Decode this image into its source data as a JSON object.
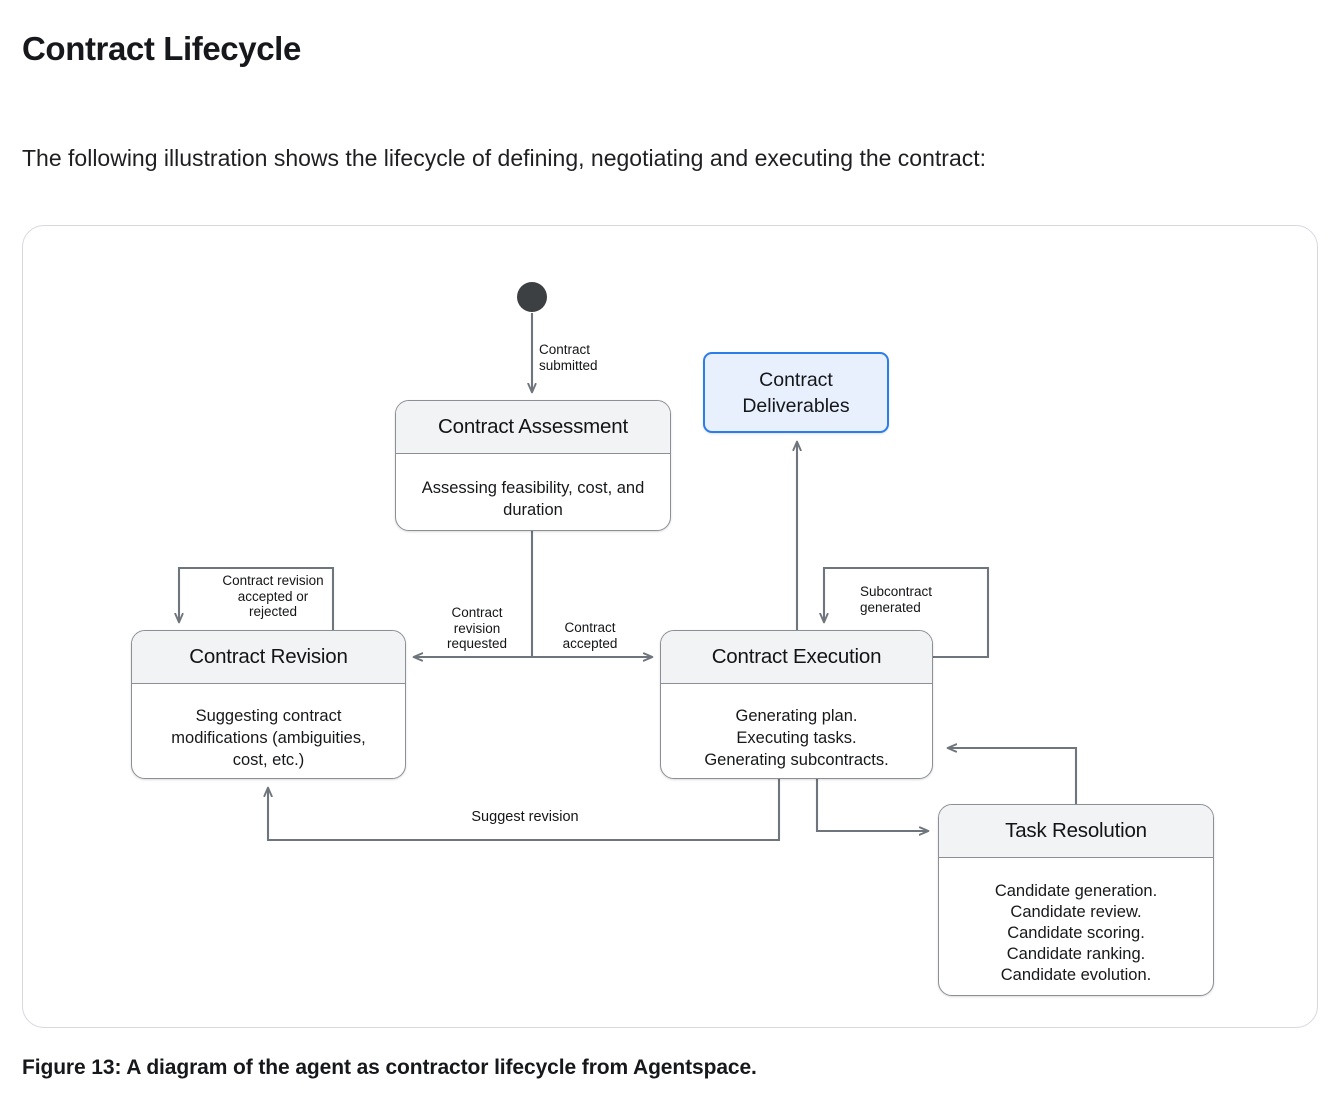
{
  "page": {
    "title": "Contract Lifecycle",
    "intro": "The following illustration shows the lifecycle of defining, negotiating and executing the contract:",
    "caption": "Figure 13: A diagram of the agent as contractor lifecycle from Agentspace."
  },
  "colors": {
    "node_border": "#8c9096",
    "node_header_fill": "#f1f3f4",
    "node_body_fill": "#ffffff",
    "highlight_border": "#2b7de9",
    "highlight_fill": "#e8f0fe",
    "connector": "#6f757c",
    "start_dot": "#3c4043",
    "card_border": "#d6d8de"
  },
  "diagram": {
    "type": "state-machine",
    "start_node": "filled-circle",
    "nodes": [
      {
        "id": "assessment",
        "title": "Contract Assessment",
        "body": "Assessing feasibility, cost, and\nduration",
        "style": "default"
      },
      {
        "id": "deliverables",
        "title": "Contract\nDeliverables",
        "body": "",
        "style": "highlighted"
      },
      {
        "id": "revision",
        "title": "Contract Revision",
        "body": "Suggesting contract\nmodifications (ambiguities,\ncost, etc.)",
        "style": "default"
      },
      {
        "id": "execution",
        "title": "Contract Execution",
        "body": "Generating plan.\nExecuting tasks.\nGenerating subcontracts.",
        "style": "default"
      },
      {
        "id": "task",
        "title": "Task Resolution",
        "body": "Candidate generation.\nCandidate review.\nCandidate scoring.\nCandidate ranking.\nCandidate evolution.",
        "style": "default"
      }
    ],
    "edges": [
      {
        "id": "submitted",
        "from": "start",
        "to": "assessment",
        "label": "Contract\nsubmitted"
      },
      {
        "id": "revision-loop",
        "from": "revision",
        "to": "revision",
        "label": "Contract revision\naccepted or\nrejected"
      },
      {
        "id": "subcontract",
        "from": "execution",
        "to": "execution",
        "label": "Subcontract\ngenerated"
      },
      {
        "id": "rev-requested",
        "from": "assessment",
        "to": "revision",
        "label": "Contract\nrevision\nrequested"
      },
      {
        "id": "accepted",
        "from": "assessment",
        "to": "execution",
        "label": "Contract\naccepted"
      },
      {
        "id": "suggest",
        "from": "execution",
        "to": "revision",
        "label": "Suggest revision"
      },
      {
        "id": "deliver",
        "from": "execution",
        "to": "deliverables",
        "label": ""
      },
      {
        "id": "to-task",
        "from": "execution",
        "to": "task",
        "label": ""
      },
      {
        "id": "from-task",
        "from": "task",
        "to": "execution",
        "label": ""
      }
    ]
  }
}
